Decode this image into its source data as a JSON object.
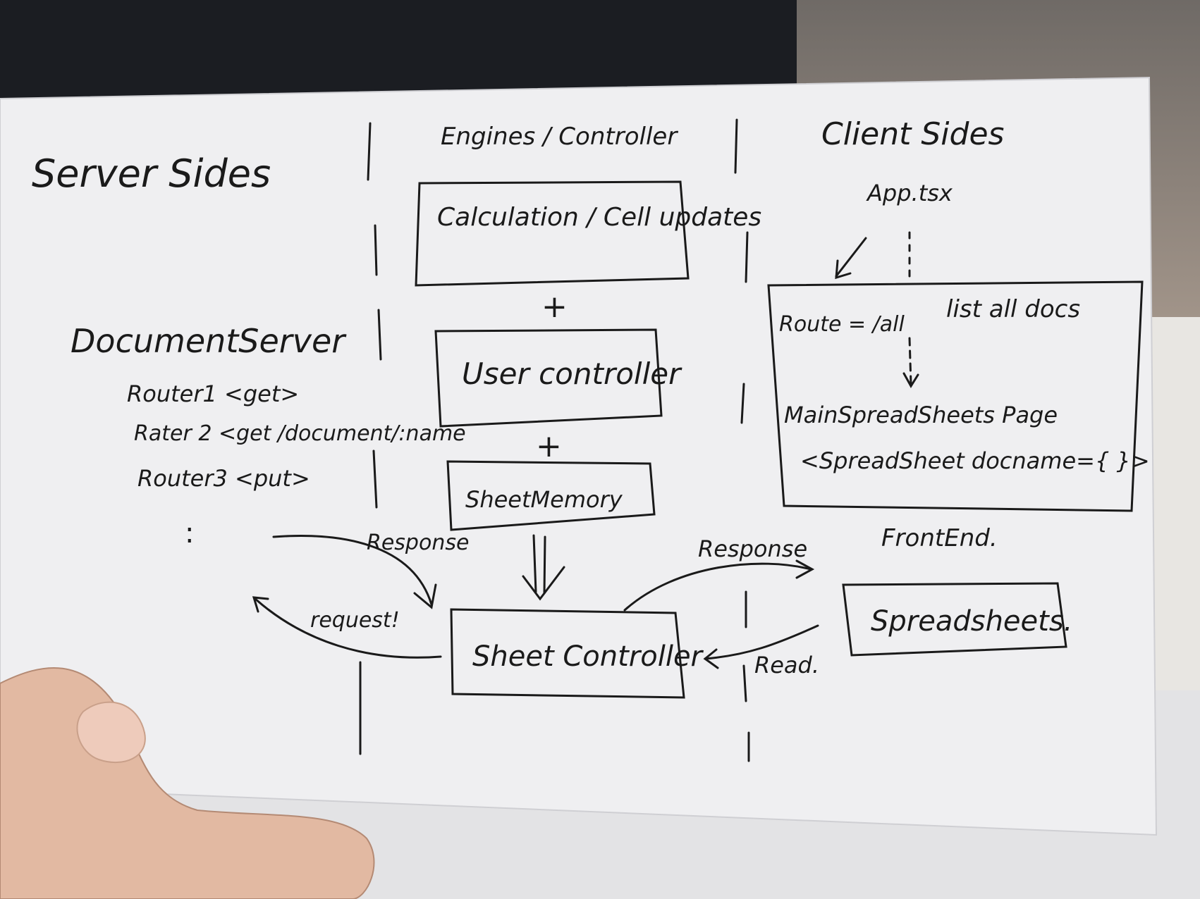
{
  "diagram": {
    "columns": {
      "server": "Server Sides",
      "engines": "Engines / Controller",
      "client": "Client Sides"
    },
    "server": {
      "title": "DocumentServer",
      "routes": [
        "Router1 <get>",
        "Rater 2 <get /document/:name",
        "Router3 <put>"
      ],
      "ellipsis": ":"
    },
    "engines": {
      "calc_box": "Calculation / Cell updates",
      "plus_1": "+",
      "user_controller": "User controller",
      "plus_2": "+",
      "sheet_memory": "SheetMemory",
      "sheet_controller": "Sheet Controller"
    },
    "client": {
      "app_file": "App.tsx",
      "route_line": "Route = /all",
      "route_desc": "list all docs",
      "main_page": "MainSpreadSheets Page",
      "component": "<SpreadSheet docname={ }>",
      "frontend_label": "FrontEnd.",
      "spreadsheets_box": "Spreadsheets."
    },
    "arrows": {
      "server_response": "Response",
      "server_request": "request!",
      "client_response": "Response",
      "client_read": "Read."
    }
  }
}
